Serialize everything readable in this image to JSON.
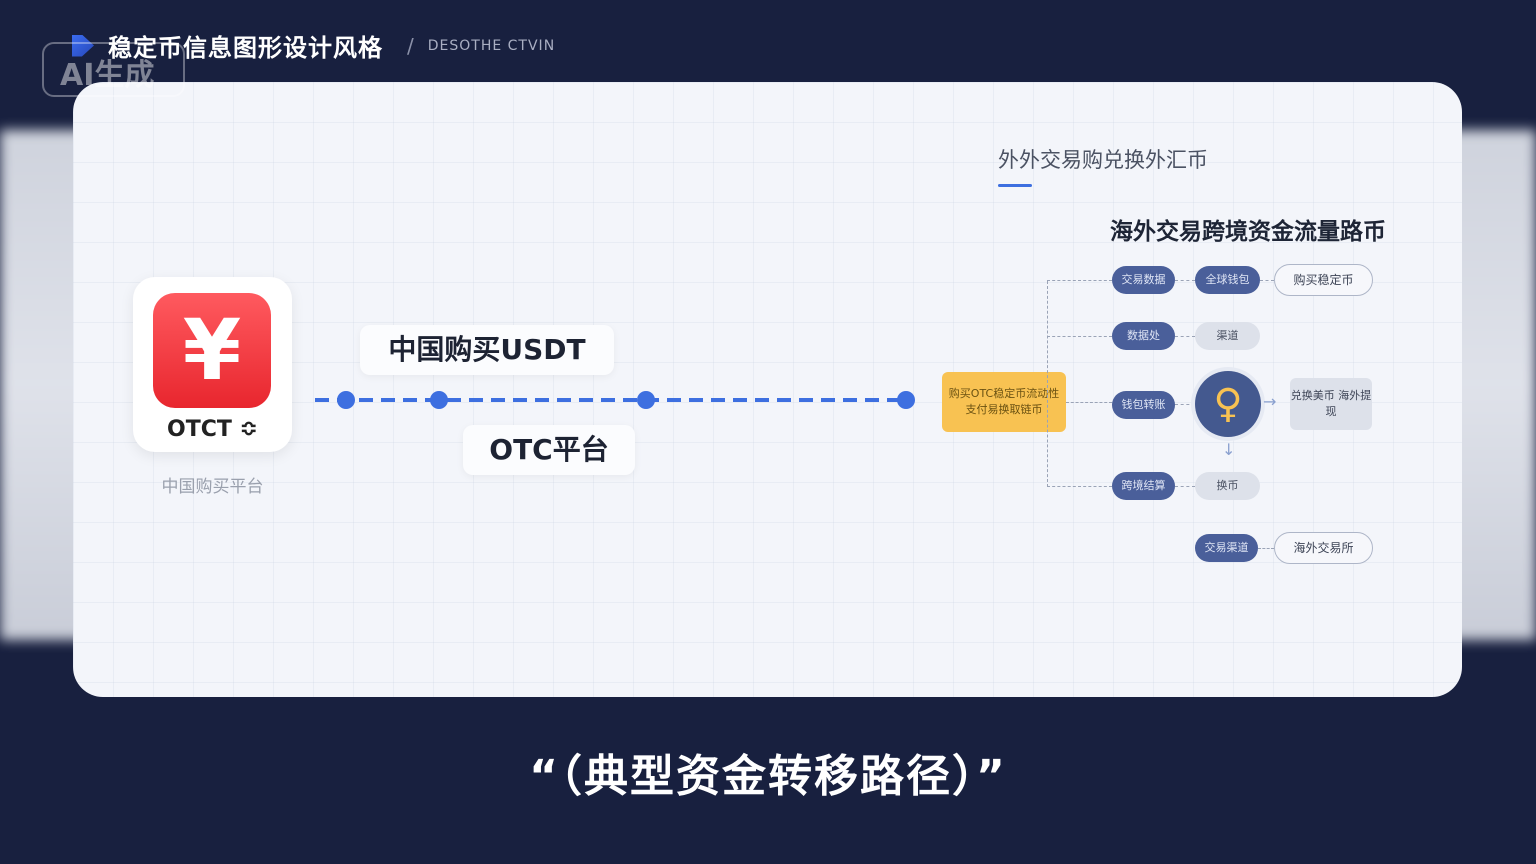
{
  "header": {
    "title": "稳定币信息图形设计风格",
    "subtitle": "DESOTHE CTVIN",
    "badge": "AI生成"
  },
  "left": {
    "app_symbol": "¥",
    "app_label": "OTCT ≎",
    "app_caption": "中国购买平台"
  },
  "flow": {
    "label_top": "中国购买USDT",
    "label_bottom": "OTC平台"
  },
  "right": {
    "title": "外外交易购兑换外汇币",
    "heading": "海外交易跨境资金流量路币",
    "source_box": "购买OTC稳定币流动性 支付易换取链币",
    "col1": [
      "交易数据",
      "数据处",
      "钱包转账",
      "跨境结算"
    ],
    "col2_top": "全球钱包",
    "col2_mid": "渠道",
    "col2_bottom": "换币",
    "col2_extra": "交易渠道",
    "center_symbol": "♀",
    "col3_top": "购买稳定币",
    "col3_box": "兑换美币 海外提现",
    "col3_bottom": "海外交易所"
  },
  "caption": "“（典型资金转移路径）”"
}
